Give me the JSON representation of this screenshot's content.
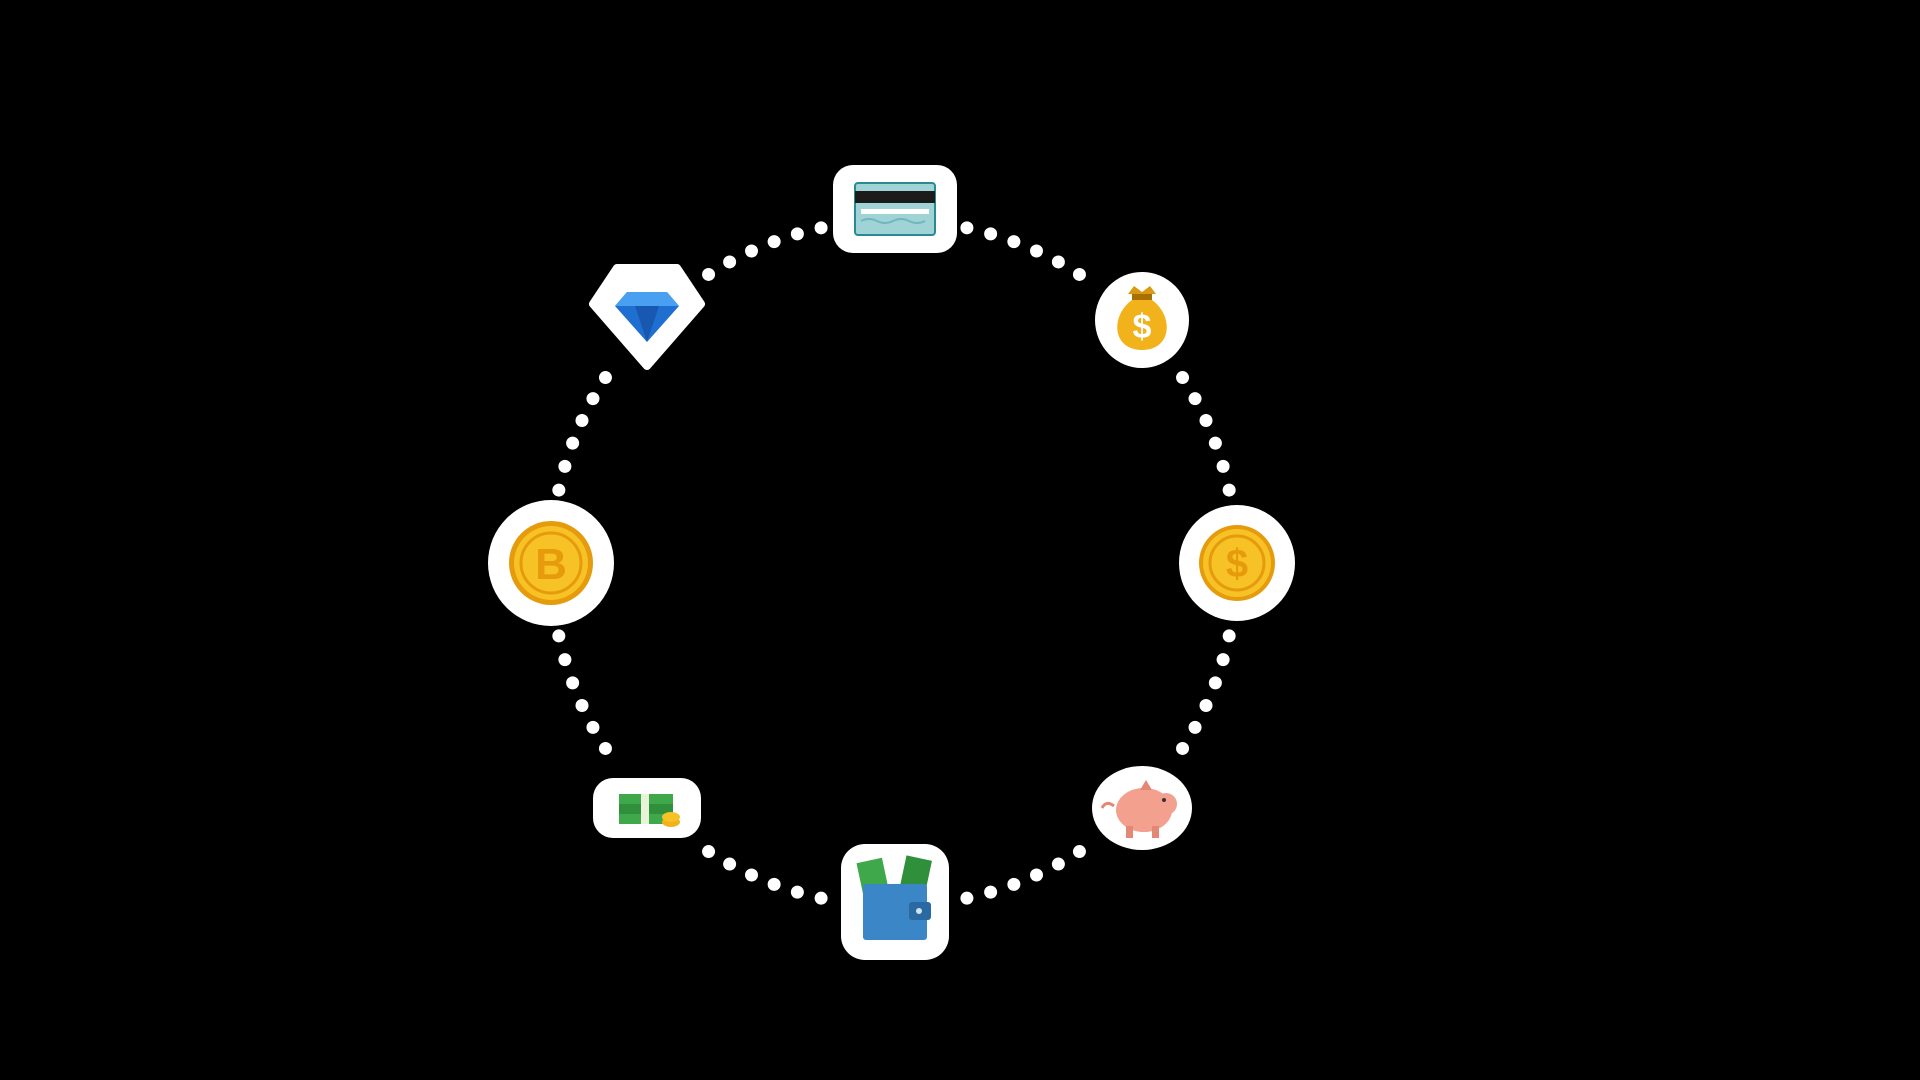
{
  "scene": {
    "background": "#000000",
    "dot_color": "#ffffff",
    "icons": [
      {
        "name": "credit-card-icon",
        "angle_deg": -90
      },
      {
        "name": "money-bag-icon",
        "angle_deg": -45
      },
      {
        "name": "dollar-coin-icon",
        "angle_deg": 0
      },
      {
        "name": "piggy-bank-icon",
        "angle_deg": 45
      },
      {
        "name": "wallet-icon",
        "angle_deg": 90
      },
      {
        "name": "cash-stack-icon",
        "angle_deg": 135
      },
      {
        "name": "bitcoin-coin-icon",
        "angle_deg": 180
      },
      {
        "name": "diamond-icon",
        "angle_deg": 225
      }
    ]
  }
}
